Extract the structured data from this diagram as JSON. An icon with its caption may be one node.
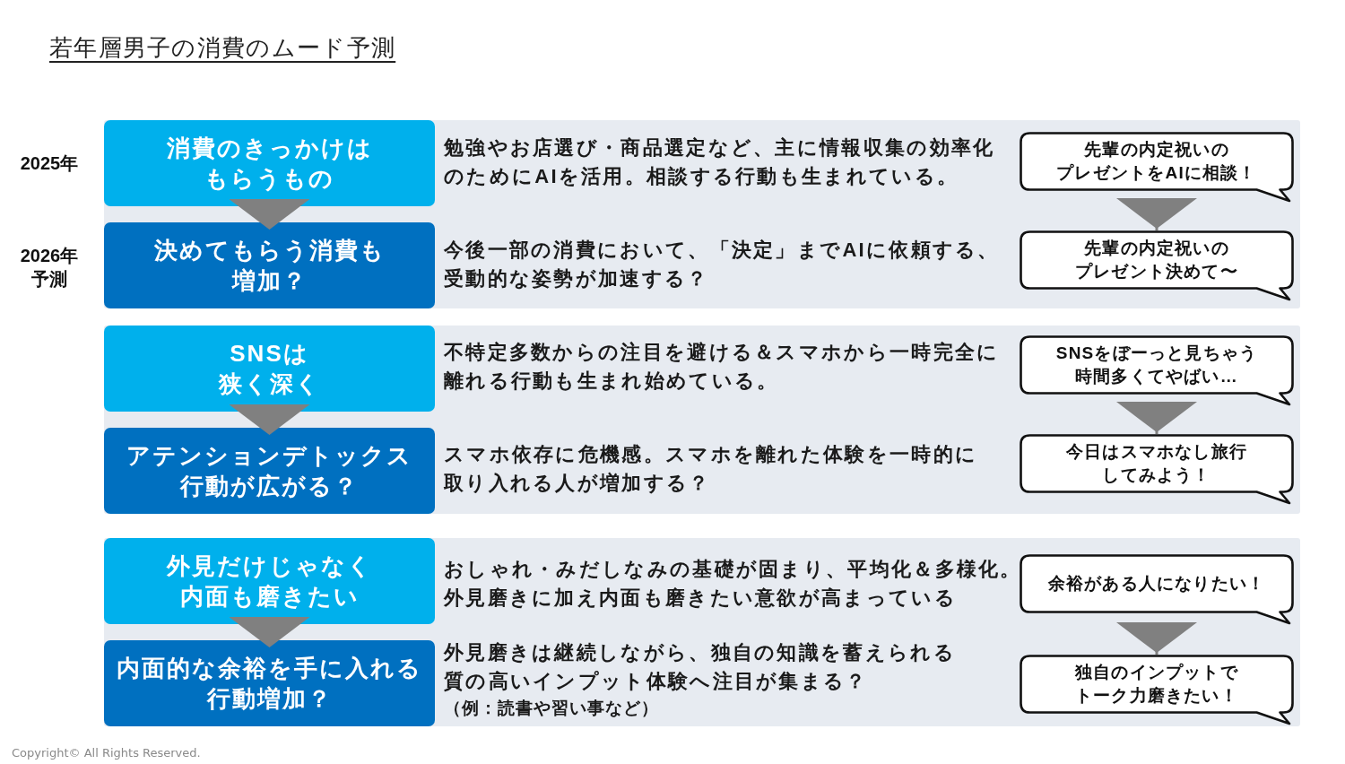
{
  "diagram": {
    "title": "若年層男子の消費のムード予測",
    "nodes": [
      {
        "text": [],
        "shape": "box"
      },
      {
        "text": [
          "消費のきっかけはもらうもの"
        ],
        "in": 0
      },
      {
        "text": [
          "先輩の内定祝いのプレゼントをAIに相談！"
        ],
        "in": 0
      },
      {
        "text": [
          "決めてもらう消費も増加？"
        ],
        "in": 0
      },
      {
        "text": [
          "先輩の内定祝いのプレゼント決めて〜"
        ],
        "in": 0
      },
      {
        "text": [],
        "shape": "box"
      },
      {
        "text": [
          "SNSは狭く深く"
        ],
        "in": 5
      },
      {
        "text": [
          "SNSをぼーっと見ちゃう時間多くてやばい…"
        ],
        "in": 5
      },
      {
        "text": [
          "アテンションデトックス行動が広がる？"
        ],
        "in": 5
      },
      {
        "text": [
          "今日はスマホなし旅行してみよう！"
        ],
        "in": 5
      },
      {
        "text": [],
        "shape": "box"
      },
      {
        "text": [
          "外見だけじゃなく内面も磨きたい"
        ],
        "in": 10
      },
      {
        "text": [
          "余裕がある人になりたい！"
        ],
        "in": 10
      },
      {
        "text": [
          "内面的な余裕を手に入れる行動増加？"
        ],
        "in": 10
      },
      {
        "text": [
          "独自のインプットでトーク力磨きたい！"
        ],
        "in": 10
      }
    ],
    "edges": [
      {
        "from": 1,
        "to": 3,
        "arrow": "to"
      },
      {
        "from": 2,
        "to": 4,
        "arrow": "to"
      },
      {
        "from": 6,
        "to": 8,
        "arrow": "to"
      },
      {
        "from": 7,
        "to": 9,
        "arrow": "to"
      },
      {
        "from": 11,
        "to": 13,
        "arrow": "to"
      },
      {
        "from": 12,
        "to": 14,
        "arrow": "to"
      }
    ],
    "labels": [
      "2025年",
      "勉強やお店選び・商品選定など、主に情報収集の効率化のためにAIを活用。相談する行動も生まれている。",
      "2026年予測",
      "今後一部の消費において、「決定」までAIに依頼する、受動的な姿勢が加速する？",
      "不特定多数からの注目を避ける＆スマホから一時完全に離れる行動も生まれ始めている。",
      "スマホ依存に危機感。スマホを離れた体験を一時的に取り入れる人が増加する？",
      "おしゃれ・みだしなみの基礎が固まり、平均化＆多様化。外見磨きに加え内面も磨きたい意欲が高まっている",
      "外見磨きは継続しながら、独自の知識を蓄えられる質の高いインプット体験へ注目が集まる？",
      "（例：読書や習い事など）",
      "Copyright© All Rights Reserved."
    ]
  }
}
